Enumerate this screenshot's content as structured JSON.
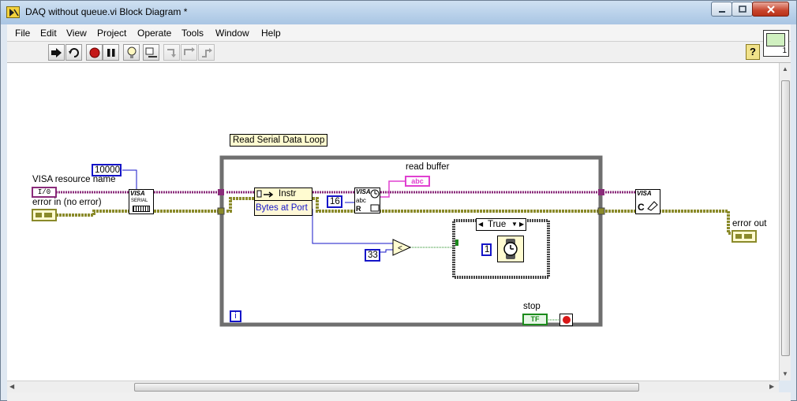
{
  "window": {
    "title": "DAQ without queue.vi Block Diagram *"
  },
  "menu": [
    "File",
    "Edit",
    "View",
    "Project",
    "Operate",
    "Tools",
    "Window",
    "Help"
  ],
  "toolbar": {
    "help_label": "?",
    "icon_number": "1"
  },
  "diagram": {
    "visa_resource_label": "VISA resource name",
    "visa_terminal": "I/0",
    "error_in_label": "error in (no error)",
    "timeout_const": "10000",
    "loop_label": "Read Serial Data Loop",
    "property_class": "Instr",
    "property_item": "Bytes at Port",
    "bytes_const": "16",
    "read_buffer_label": "read buffer",
    "read_buffer_terminal": "abc",
    "compare_const": "33",
    "case_selector": "True",
    "wait_const": "1",
    "iteration": "i",
    "stop_label": "stop",
    "stop_terminal": "TF",
    "error_out_label": "error out",
    "visa_node_text": "VISA",
    "serial_text": "SERIAL",
    "close_text": "C",
    "read_r": "R",
    "read_abc": "abc"
  },
  "colors": {
    "purple_wire": "#8a2b7a",
    "error_wire": "#8a8a2a",
    "int_wire": "#1515c8",
    "string_wire": "#e040d0",
    "bool_wire": "#1b8a1b",
    "loop": "#6f6f6f"
  }
}
